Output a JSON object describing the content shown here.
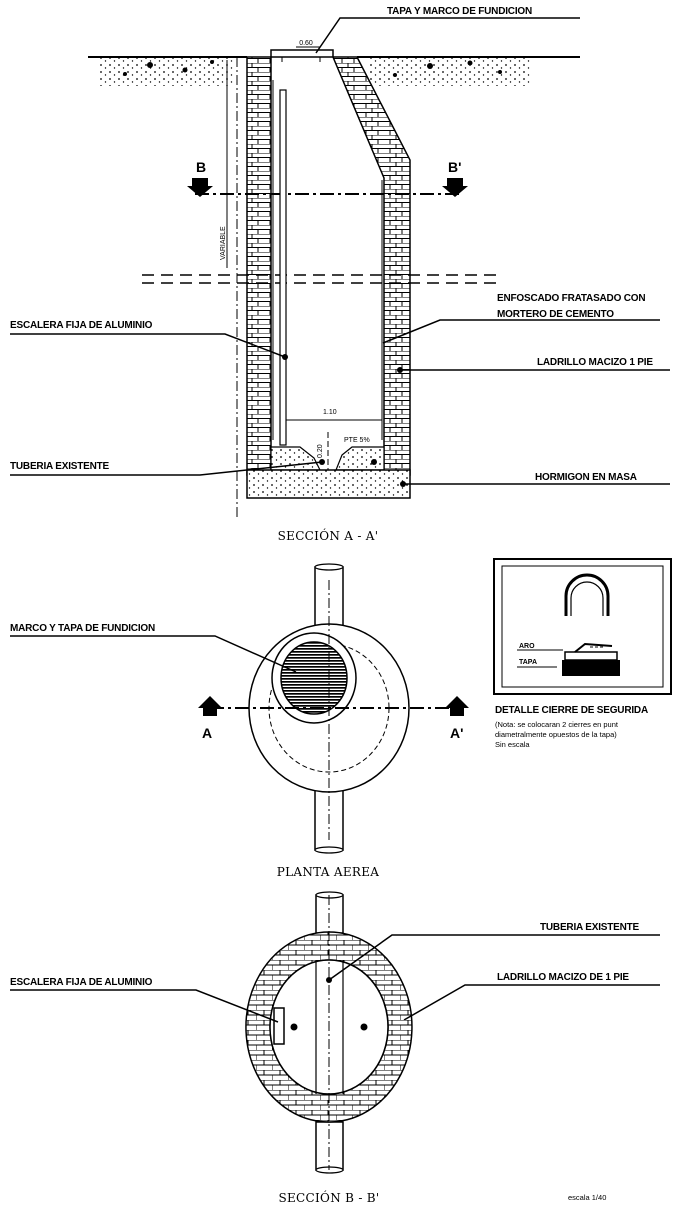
{
  "section_aa": {
    "caption": "SECCIÓN A - A'",
    "labels": {
      "cover_frame": "TAPA Y MARCO DE FUNDICION",
      "ladder": "ESCALERA FIJA DE ALUMINIO",
      "plaster": "ENFOSCADO FRATASADO CON",
      "plaster_2": "MORTERO DE CEMENTO",
      "brick": "LADRILLO MACIZO 1 PIE",
      "pipe": "TUBERIA EXISTENTE",
      "concrete": "HORMIGON EN MASA",
      "cut_left": "B",
      "cut_right": "B'",
      "dim_top": "0.60",
      "dim_variable": "VARIABLE",
      "dim_inner": "1.10",
      "slope": "PTE 5%"
    }
  },
  "plan": {
    "caption": "PLANTA AEREA",
    "labels": {
      "frame_cover": "MARCO Y TAPA DE FUNDICION",
      "cut_left": "A",
      "cut_right": "A'"
    }
  },
  "detail": {
    "title": "DETALLE CIERRE DE SEGURIDA",
    "ring": "ARO",
    "cover": "TAPA",
    "note_1": "(Nota: se colocaran 2 cierres en punt",
    "note_2": "diametralmente opuestos de la tapa)",
    "note_3": "Sin escala"
  },
  "section_bb": {
    "caption": "SECCIÓN B - B'",
    "labels": {
      "pipe": "TUBERIA EXISTENTE",
      "brick": "LADRILLO MACIZO DE 1 PIE",
      "ladder": "ESCALERA FIJA DE ALUMINIO"
    }
  },
  "scale": "escala 1/40"
}
